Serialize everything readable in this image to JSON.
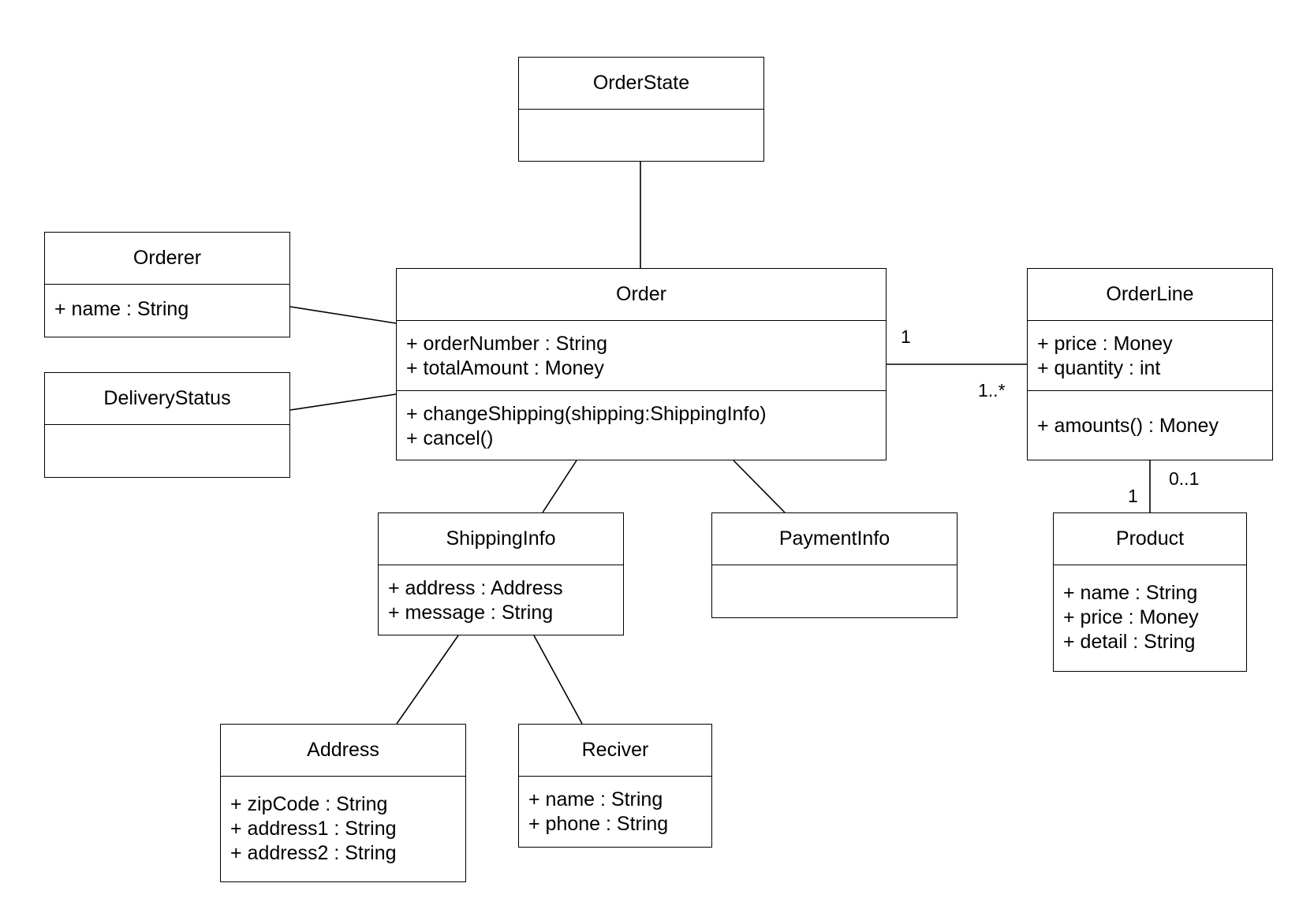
{
  "classes": {
    "order_state": {
      "name": "OrderState",
      "attributes": [],
      "operations": []
    },
    "orderer": {
      "name": "Orderer",
      "attributes": [
        "+ name : String"
      ],
      "operations": []
    },
    "delivery_status": {
      "name": "DeliveryStatus",
      "attributes": [],
      "operations": []
    },
    "order": {
      "name": "Order",
      "attributes": [
        "+ orderNumber : String",
        "+ totalAmount : Money"
      ],
      "operations": [
        "+ changeShipping(shipping:ShippingInfo)",
        "+ cancel()"
      ]
    },
    "order_line": {
      "name": "OrderLine",
      "attributes": [
        "+ price : Money",
        "+ quantity : int"
      ],
      "operations": [
        "+ amounts() : Money"
      ]
    },
    "shipping_info": {
      "name": "ShippingInfo",
      "attributes": [
        "+ address : Address",
        "+ message : String"
      ],
      "operations": []
    },
    "payment_info": {
      "name": "PaymentInfo",
      "attributes": [],
      "operations": []
    },
    "product": {
      "name": "Product",
      "attributes": [
        "+ name : String",
        "+ price : Money",
        "+ detail : String"
      ],
      "operations": []
    },
    "address": {
      "name": "Address",
      "attributes": [
        "+ zipCode : String",
        "+ address1 : String",
        "+ address2 : String"
      ],
      "operations": []
    },
    "receiver": {
      "name": "Reciver",
      "attributes": [
        "+ name : String",
        "+ phone : String"
      ],
      "operations": []
    }
  },
  "associations": [
    {
      "from": "Order",
      "to": "OrderState"
    },
    {
      "from": "Order",
      "to": "Orderer"
    },
    {
      "from": "Order",
      "to": "DeliveryStatus"
    },
    {
      "from": "Order",
      "to": "OrderLine",
      "from_mult": "1",
      "to_mult": "1..*"
    },
    {
      "from": "Order",
      "to": "ShippingInfo"
    },
    {
      "from": "Order",
      "to": "PaymentInfo"
    },
    {
      "from": "OrderLine",
      "to": "Product",
      "from_mult": "0..1",
      "to_mult": "1"
    },
    {
      "from": "ShippingInfo",
      "to": "Address"
    },
    {
      "from": "ShippingInfo",
      "to": "Reciver"
    }
  ],
  "multiplicities": {
    "order_side": "1",
    "orderline_side_of_order": "1..*",
    "orderline_side_of_product": "0..1",
    "product_side": "1"
  }
}
